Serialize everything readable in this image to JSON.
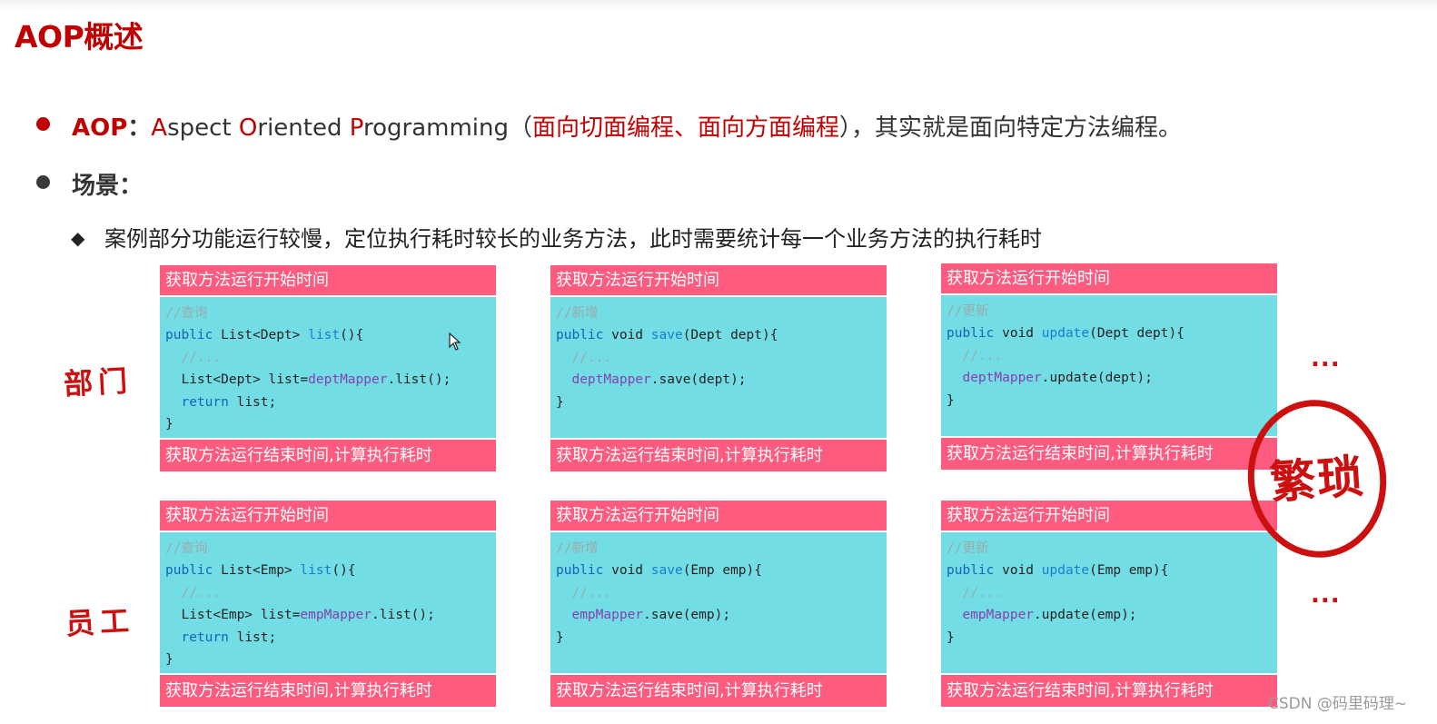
{
  "title": "AOP概述",
  "line1": {
    "prefix": "AOP",
    "colon": "：",
    "a1": "A",
    "a1rest": "spect ",
    "o1": "O",
    "o1rest": "riented ",
    "p1": "P",
    "p1rest": "rogramming",
    "paren_open": "（",
    "red_text": "面向切面编程、面向方面编程",
    "rest": "），其实就是面向特定方法编程。"
  },
  "line2": "场景：",
  "line3": "案例部分功能运行较慢，定位执行耗时较长的业务方法，此时需要统计每一个业务方法的执行耗时",
  "card_header_start": "获取方法运行开始时间",
  "card_header_end": "获取方法运行结束时间,计算执行耗时",
  "rows": [
    {
      "label": "部门",
      "cards": [
        {
          "comment": "//查询",
          "kw": "public ",
          "ret": "List<Dept> ",
          "method": "list",
          "args": "(){",
          "inner": "//...",
          "line4a": "List<Dept> list=",
          "field": "deptMapper",
          "line4b": ".list();",
          "ret_kw": "return",
          "ret_rest": " list;",
          "close": "}"
        },
        {
          "comment": "//新增",
          "kw": "public ",
          "ret": "void ",
          "method": "save",
          "args": "(Dept dept){",
          "inner": "//...",
          "line4a": "",
          "field": "deptMapper",
          "line4b": ".save(dept);",
          "ret_kw": "",
          "ret_rest": "",
          "close": "}"
        },
        {
          "comment": "//更新",
          "kw": "public ",
          "ret": "void ",
          "method": "update",
          "args": "(Dept dept){",
          "inner": "//...",
          "line4a": "",
          "field": "deptMapper",
          "line4b": ".update(dept);",
          "ret_kw": "",
          "ret_rest": "",
          "close": "}"
        }
      ],
      "dots": "..."
    },
    {
      "label": "员工",
      "cards": [
        {
          "comment": "//查询",
          "kw": "public ",
          "ret": "List<Emp> ",
          "method": "list",
          "args": "(){",
          "inner": "//...",
          "line4a": "List<Emp> list=",
          "field": "empMapper",
          "line4b": ".list();",
          "ret_kw": "return",
          "ret_rest": " list;",
          "close": "}"
        },
        {
          "comment": "//新增",
          "kw": "public ",
          "ret": "void ",
          "method": "save",
          "args": "(Emp emp){",
          "inner": "//...",
          "line4a": "",
          "field": "empMapper",
          "line4b": ".save(emp);",
          "ret_kw": "",
          "ret_rest": "",
          "close": "}"
        },
        {
          "comment": "//更新",
          "kw": "public ",
          "ret": "void ",
          "method": "update",
          "args": "(Emp emp){",
          "inner": "//...",
          "line4a": "",
          "field": "empMapper",
          "line4b": ".update(emp);",
          "ret_kw": "",
          "ret_rest": "",
          "close": "}"
        }
      ],
      "dots": "..."
    }
  ],
  "stamp": "繁琐",
  "watermark": "CSDN @码里码理~",
  "colors": {
    "accent_red": "#c00000",
    "header_pink": "#ff5b7f",
    "code_bg": "#73dde5"
  }
}
